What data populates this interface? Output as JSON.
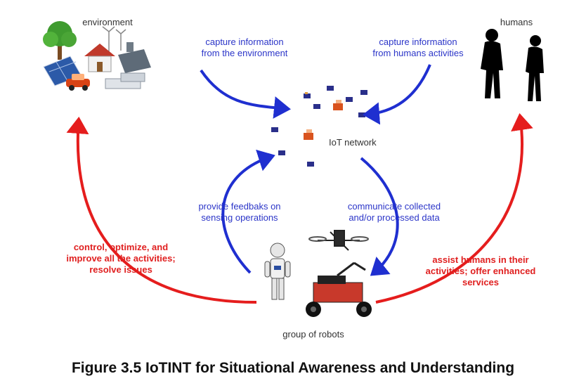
{
  "nodes": {
    "environment": "environment",
    "humans": "humans",
    "iot_network": "IoT network",
    "robots": "group of robots"
  },
  "flows": {
    "capture_env": "capture information\nfrom the environment",
    "capture_humans": "capture information\nfrom humans activities",
    "feedback": "provide feedbaks on\nsensing operations",
    "communicate": "communicate collected\nand/or processed data",
    "control": "control, optimize, and\nimprove all the activities;\nresolve issues",
    "assist": "assist humans in their\nactivities; offer enhanced\nservices"
  },
  "caption": "Figure 3.5 IoTINT for Situational Awareness and Understanding",
  "colors": {
    "blue_arrow": "#1f2fd0",
    "red_arrow": "#e51d1d",
    "device": "#2a2f8a"
  }
}
